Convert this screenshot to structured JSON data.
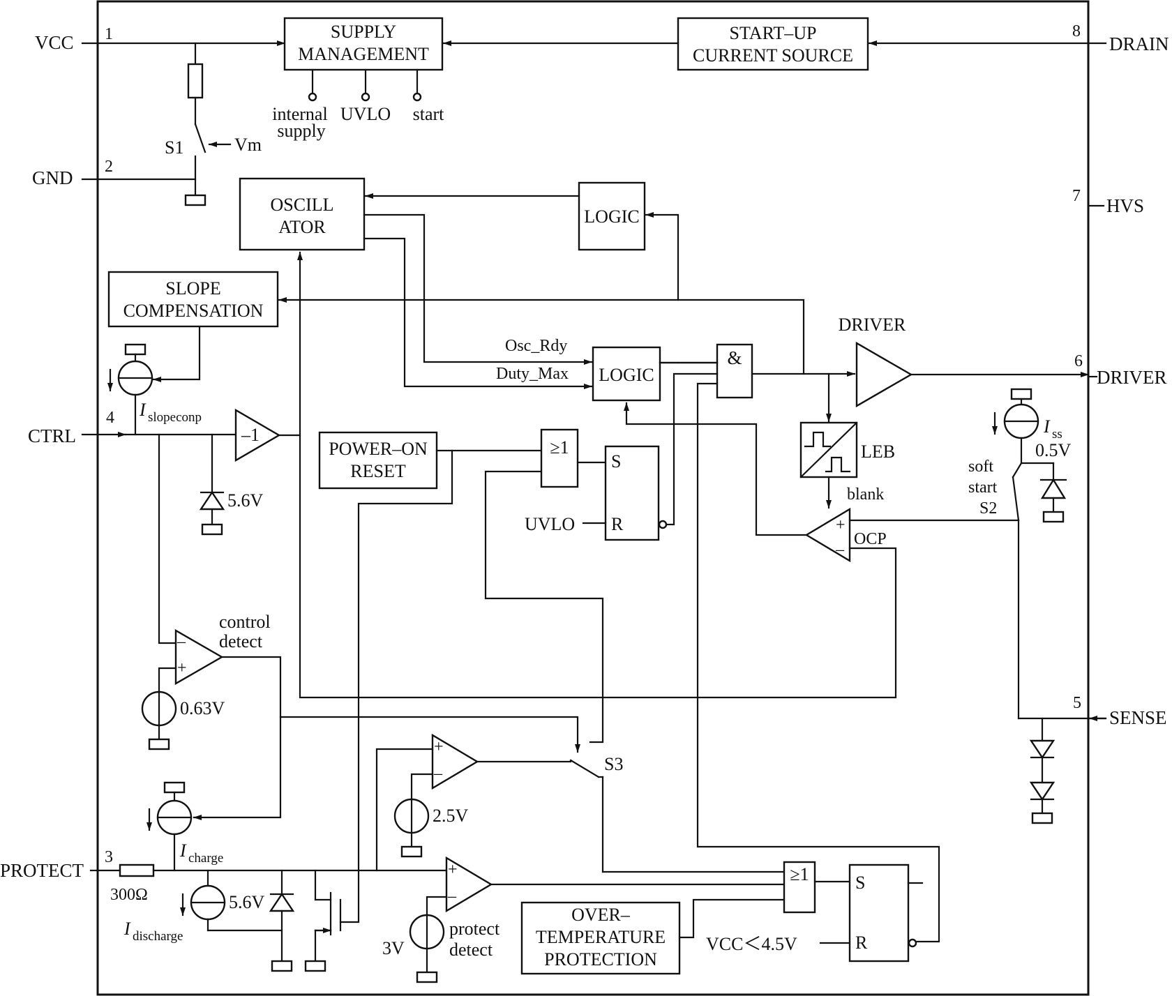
{
  "pins": {
    "vcc": {
      "name": "VCC",
      "num": "1"
    },
    "gnd": {
      "name": "GND",
      "num": "2"
    },
    "ctrl": {
      "name": "CTRL",
      "num": "4"
    },
    "protect": {
      "name": "PROTECT",
      "num": "3"
    },
    "drain": {
      "name": "DRAIN",
      "num": "8"
    },
    "hvs": {
      "name": "HVS",
      "num": "7"
    },
    "driver": {
      "name": "DRIVER",
      "num": "6"
    },
    "sense": {
      "name": "SENSE",
      "num": "5"
    }
  },
  "blocks": {
    "supply": [
      "SUPPLY",
      "MANAGEMENT"
    ],
    "startup": [
      "START–UP",
      "CURRENT SOURCE"
    ],
    "oscillator": [
      "OSCILL",
      "ATOR"
    ],
    "logic_top": "LOGIC",
    "slope": [
      "SLOPE",
      "COMPENSATION"
    ],
    "logic_mid": "LOGIC",
    "and_gate": "&",
    "driver_amp": "DRIVER",
    "leb": "LEB",
    "por": [
      "POWER–ON",
      "RESET"
    ],
    "or1": "≥1",
    "sr1": {
      "s": "S",
      "r": "R"
    },
    "or2": "≥1",
    "sr2": {
      "s": "S",
      "r": "R"
    },
    "otp": [
      "OVER–",
      "TEMPERATURE",
      "PROTECTION"
    ],
    "neg1": "–1"
  },
  "labels": {
    "internal_supply": [
      "internal",
      "supply"
    ],
    "uvlo_out": "UVLO",
    "start": "start",
    "s1": "S1",
    "vm": "Vm",
    "osc_rdy": "Osc_Rdy",
    "duty_max": "Duty_Max",
    "islope_main": "I",
    "islope_sub": "slopeconp",
    "z56_ctrl": "5.6V",
    "uvlo_in": "UVLO",
    "blank": "blank",
    "ocp": "OCP",
    "iss_main": "I",
    "iss_sub": "ss",
    "v05": "0.5V",
    "soft": "soft",
    "start2": "start",
    "s2": "S2",
    "control_detect": [
      "control",
      "detect"
    ],
    "v063": "0.63V",
    "s3": "S3",
    "v25": "2.5V",
    "icharge_main": "I",
    "icharge_sub": "charge",
    "r300": "300Ω",
    "idischarge_main": "I",
    "idischarge_sub": "discharge",
    "z56_prot": "5.6V",
    "v3": "3V",
    "protect_detect": [
      "protect",
      "detect"
    ],
    "vcc_low": "VCC＜4.5V",
    "plus": "+",
    "minus": "–"
  }
}
